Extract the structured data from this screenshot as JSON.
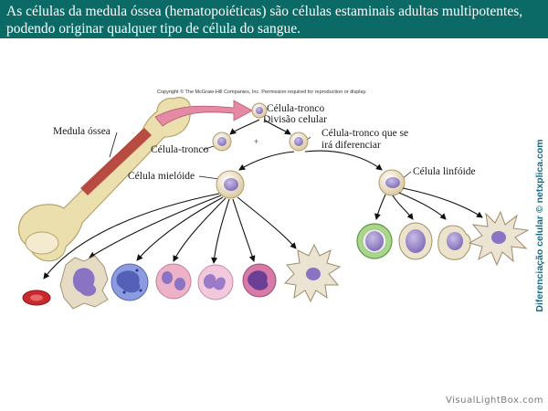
{
  "header": {
    "line1": "As células da medula óssea (hematopoiéticas) são células estaminais adultas multipotentes,",
    "line2": "podendo originar qualquer tipo de célula do sangue."
  },
  "diagram": {
    "copyright": "Copyright © The McGraw-Hill Companies, Inc. Permission required for reproduction or display.",
    "labels": {
      "medula": "Medula óssea",
      "tronco_top": "Célula-tronco",
      "divisao": "Divisão celular",
      "tronco_left": "Célula-tronco",
      "tronco_diff_1": "Célula-tronco que se",
      "tronco_diff_2": "irá diferenciar",
      "mieloide": "Célula mielóide",
      "linfoide": "Célula linfóide"
    }
  },
  "side_text": "Diferenciação celular © netxplica.com",
  "footer": "VisualLightBox.com",
  "colors": {
    "banner": "#0b6a66",
    "arrow_pink": "#e58aa5",
    "bone": "#e9dca8",
    "marrow": "#b0322f",
    "cell_lilac": "#8e7cc3",
    "side_text": "#0e6c8a"
  }
}
